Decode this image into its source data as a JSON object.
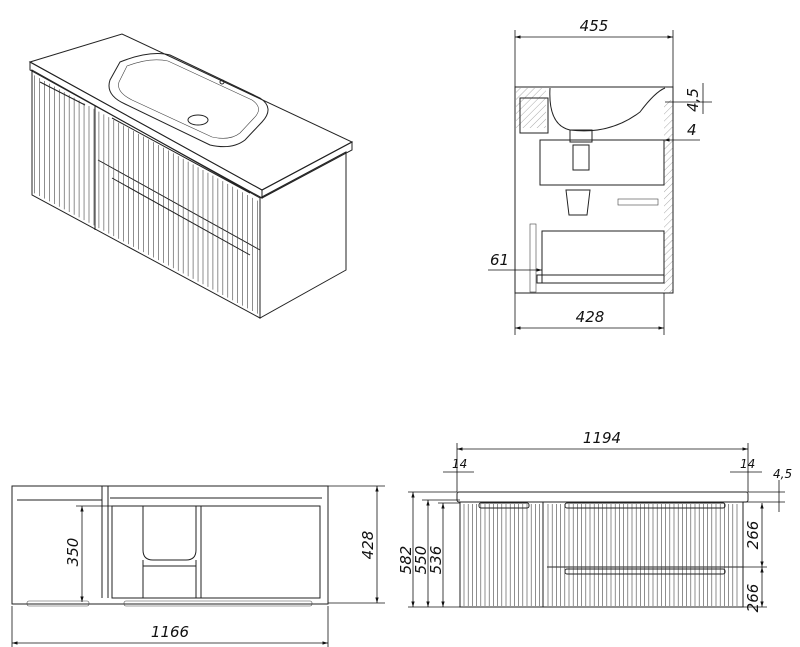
{
  "drawing": {
    "side_view": {
      "overall_depth": "455",
      "counter_thickness": "4,5",
      "gap": "4",
      "drawer_offset": "61",
      "cabinet_depth": "428"
    },
    "plan_view": {
      "drawer_depth": "350",
      "cabinet_depth": "428",
      "cabinet_width": "1166"
    },
    "front_view": {
      "counter_width": "1194",
      "overhang_left": "14",
      "overhang_right": "14",
      "counter_thickness": "4,5",
      "total_height": "582",
      "height_550": "550",
      "body_height": "536",
      "drawer_top": "266",
      "drawer_bottom": "266"
    },
    "colors": {
      "line": "#222222",
      "background": "#ffffff"
    }
  }
}
